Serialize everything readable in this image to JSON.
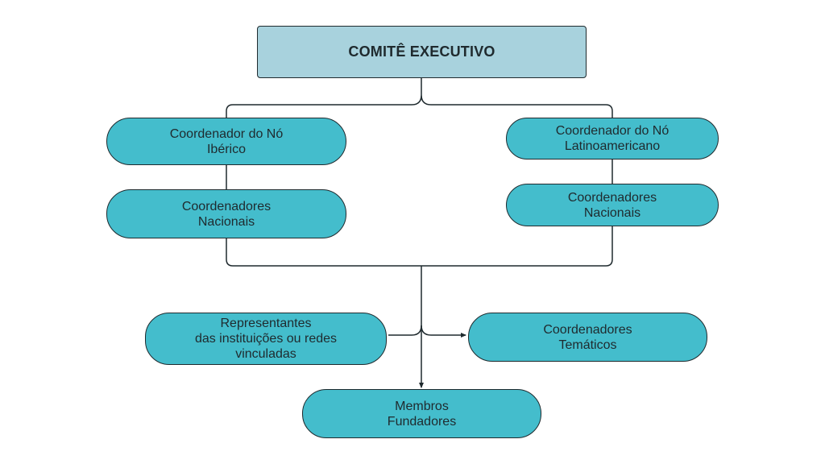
{
  "diagram": {
    "top": {
      "label": "COMITÊ EXECUTIVO"
    },
    "left_branch": {
      "coordinator": "Coordenador do Nó\nIbérico",
      "national": "Coordenadores\nNacionais"
    },
    "right_branch": {
      "coordinator": "Coordenador do Nó\nLatinoamericano",
      "national": "Coordenadores\nNacionais"
    },
    "representatives": "Representantes\ndas instituições ou redes\nvinculadas",
    "thematic": "Coordenadores\nTemáticos",
    "founders": "Membros\nFundadores"
  },
  "colors": {
    "top_fill": "#a8d2dd",
    "node_fill": "#44bdcc",
    "stroke": "#1f2a2e"
  }
}
